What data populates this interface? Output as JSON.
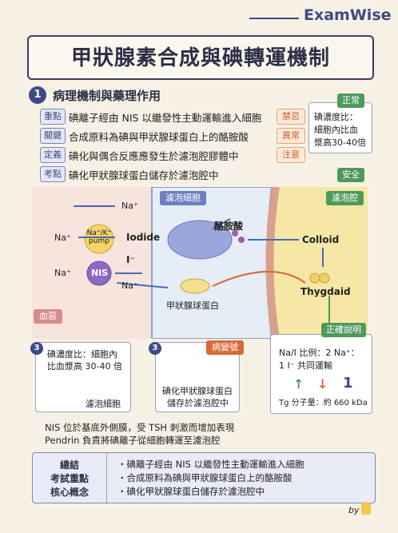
{
  "brand": "ExamWise",
  "title": "甲狀腺素合成與碘轉運機制",
  "section": {
    "number": "1",
    "title": "病理機制與藥理作用"
  },
  "rows": [
    {
      "tag": "重點",
      "text": "碘離子經由 NIS 以繼發性主動運輸進入細胞",
      "side_tag": "禁忌"
    },
    {
      "tag": "關鍵",
      "text": "合成原料為碘與甲狀腺球蛋白上的酪胺酸",
      "side_tag": "異常"
    },
    {
      "tag": "定義",
      "text": "碘化與偶合反應應發生於濾泡腔膠體中",
      "side_tag": "注意"
    },
    {
      "tag": "考點",
      "text": "碘化甲狀腺球蛋白儲存於濾泡腔中",
      "side_tag": ""
    }
  ],
  "normal_box": {
    "tag": "正常",
    "line1": "碘濃度比：",
    "line2": "細胞內比血",
    "line3": "漿高30-40倍"
  },
  "safety_tag": "安全",
  "diagram": {
    "follicular_cell": "濾泡細胞",
    "follicular_lumen": "濾泡腔",
    "blood": "血惡",
    "na_top": "Na⁺",
    "na_left_1": "Na⁺",
    "na_left_2": "Na⁺",
    "na_bottom": "Na⁺",
    "pump_line1": "Na⁺/K⁺",
    "pump_line2": "pump",
    "iodide": "Iodide",
    "i_minus": "I⁻",
    "nis": "NIS",
    "tyrosine": "酪胺酸",
    "thyroglobulin": "甲狀腺球蛋白",
    "colloid": "Colloid",
    "thygdaid": "Thygdaid"
  },
  "lower": {
    "box1_num": "3",
    "box1_line1": "碘濃度比：細胞內",
    "box1_line2": "比血漿高 30-40 倍",
    "box1_cell": "濾泡細胞",
    "box2_num": "3",
    "box2_tag": "病變號",
    "box2_line1": "碘化甲狀腺球蛋白",
    "box2_line2": "儲存於濾泡腔中",
    "correct_tag": "正確說明",
    "correct_line1": "Na/I 比例：2 Na⁺：",
    "correct_line2": "1 I⁻ 共同運輸",
    "arrow_up": "↑",
    "arrow_down": "↓",
    "big_one": "1",
    "tg_mass": "Tg 分子量：約 660 kDa",
    "note1": "NIS 位於基底外側膜，受 TSH 刺激而增加表現",
    "note2": "Pendrin 負責將碘離子從細胞轉運至濾泡腔"
  },
  "summary": {
    "label1": "總結",
    "label2": "考試重點",
    "label3": "核心概念",
    "items": [
      "・碘離子經由 NIS 以繼發性主動運輸進入細胞",
      "・合成原料為碘與甲狀腺球蛋白上的酪胺酸",
      "・碘化甲狀腺球蛋白儲存於濾泡腔中"
    ]
  },
  "signature": "by"
}
